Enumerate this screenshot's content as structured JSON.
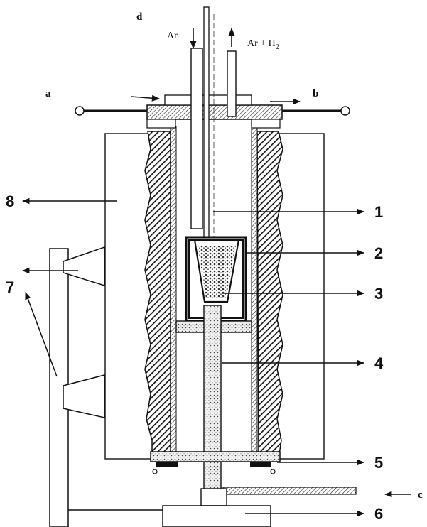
{
  "diagram": {
    "letters": {
      "a": "a",
      "b": "b",
      "c": "c",
      "d": "d"
    },
    "gas_in": "Ar",
    "gas_out_main": "Ar + H",
    "gas_out_sub": "2",
    "numbers": {
      "n1": "1",
      "n2": "2",
      "n3": "3",
      "n4": "4",
      "n5": "5",
      "n6": "6",
      "n7": "7",
      "n8": "8"
    }
  }
}
